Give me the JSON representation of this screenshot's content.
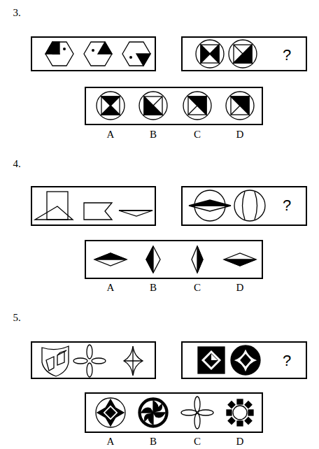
{
  "diagram": {
    "labels": [
      "3.",
      "?",
      "A",
      "B",
      "C",
      "D",
      "4.",
      "?",
      "A",
      "B",
      "C",
      "D",
      "5.",
      "?",
      "A",
      "B",
      "C",
      "D"
    ]
  }
}
